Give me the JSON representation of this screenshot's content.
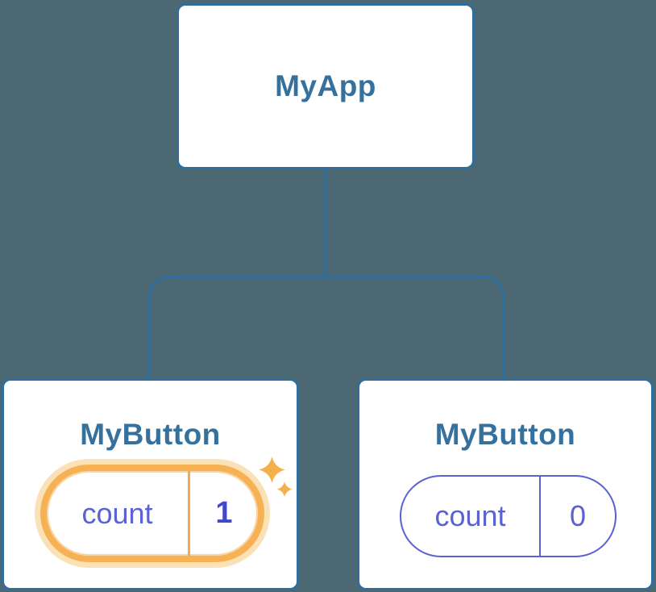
{
  "diagram": {
    "description": "React component tree diagram: root component with two child button components holding state",
    "tree": {
      "root": {
        "label": "MyApp"
      },
      "children": [
        {
          "label": "MyButton",
          "state_key": "count",
          "state_value": "1",
          "highlighted": true
        },
        {
          "label": "MyButton",
          "state_key": "count",
          "state_value": "0",
          "highlighted": false
        }
      ]
    },
    "icons": {
      "sparkles": "sparkles-icon (two four-point stars marking the updated state pill)"
    },
    "colors": {
      "background": "#4C6873",
      "card_fill": "#FFFFFF",
      "card_border": "#2E6D9C",
      "card_label_text": "#35719C",
      "connector_line": "#2E6D9C",
      "state_key_text": "#5B63D4",
      "state_pill_border_indigo": "#5A62D2",
      "state_value_highlight_text": "#4348C8",
      "highlight_orange": "#F6B155",
      "highlight_glow": "#FBE2B6",
      "sparkle_orange": "#F5B04E"
    }
  }
}
